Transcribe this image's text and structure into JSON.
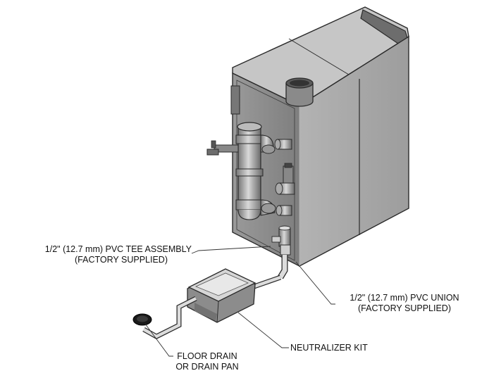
{
  "labels": {
    "tee_assembly": {
      "line1": "1/2\" (12.7 mm) PVC TEE ASSEMBLY",
      "line2": "(FACTORY SUPPLIED)"
    },
    "union": {
      "line1": "1/2\" (12.7 mm) PVC UNION",
      "line2": "(FACTORY SUPPLIED)"
    },
    "neutralizer": {
      "line1": "NEUTRALIZER KIT"
    },
    "floor_drain": {
      "line1": "FLOOR DRAIN",
      "line2": "OR DRAIN PAN"
    }
  },
  "colors": {
    "boiler_front": "#8e8e8e",
    "boiler_right": "#a9a9a9",
    "boiler_top": "#c4c4c4",
    "outline": "#2a2a2a",
    "pipe": "#d8d8d8",
    "leader": "#333333"
  }
}
